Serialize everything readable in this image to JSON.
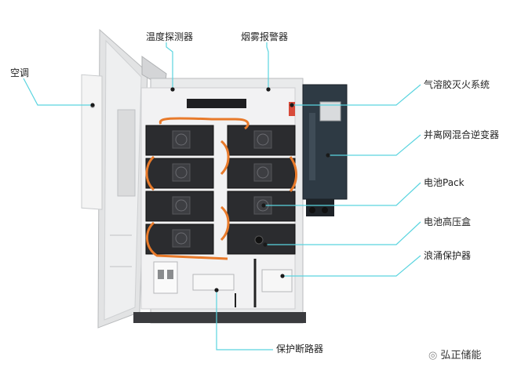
{
  "labels": {
    "temp_detector": "温度探测器",
    "smoke_alarm": "烟雾报警器",
    "air_conditioner": "空调",
    "aerosol_fire": "气溶胶灭火系统",
    "hybrid_inverter": "并离网混合逆变器",
    "battery_pack": "电池Pack",
    "battery_hv_box": "电池高压盒",
    "surge_protector": "浪涌保护器",
    "breaker": "保护断路器"
  },
  "watermark": "弘正储能",
  "colors": {
    "leader_line": "#5ad4df",
    "cabinet": "#e9eaeb",
    "cabinet_dark": "#c8cacc",
    "module": "#2b2c2f",
    "orange_cable": "#e87a2a",
    "inverter": "#2e3a44"
  }
}
